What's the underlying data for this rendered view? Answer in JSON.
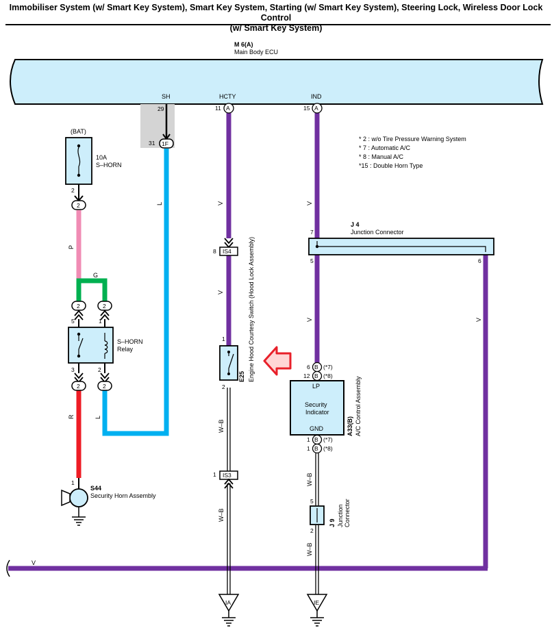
{
  "title": {
    "line1": "Immobiliser System (w/ Smart Key System), Smart Key System, Starting (w/ Smart Key System), Steering Lock, Wireless Door Lock Control",
    "line2": "(w/ Smart Key System)"
  },
  "ecu": {
    "code": "M 6(A)",
    "name": "Main Body ECU",
    "pins": {
      "sh": "SH",
      "hcty": "HCTY",
      "ind": "IND"
    },
    "pin_nums": {
      "p29": "29",
      "p31": "31",
      "p11": "11",
      "p15": "15"
    },
    "conn_1f": "1F",
    "conn_a": "A"
  },
  "notes": [
    "* 2 : w/o Tire Pressure Warning System",
    "* 7 : Automatic A/C",
    "* 8 : Manual A/C",
    "*15 : Double Horn Type"
  ],
  "fuse": {
    "bat": "(BAT)",
    "rating": "10A",
    "name": "S–HORN",
    "pin": "2"
  },
  "relay": {
    "name": "S–HORN",
    "sub": "Relay",
    "p5": "5",
    "p1": "1",
    "p3": "3",
    "p2": "2"
  },
  "circle2": "2",
  "wire_colors": {
    "p": "P",
    "g": "G",
    "l": "L",
    "r": "R",
    "v": "V",
    "wb": "W–B"
  },
  "horn": {
    "code": "S44",
    "name": "Security Horn Assembly",
    "pin": "1"
  },
  "is4": {
    "label": "IS4",
    "pin": "8"
  },
  "is3": {
    "label": "IS3",
    "pin": "1"
  },
  "switch": {
    "code": "E25",
    "name": "Engine Hood Courtesy Switch (Hood Lock Assembly)",
    "p1": "1",
    "p2": "2"
  },
  "j4": {
    "code": "J 4",
    "name": "Junction Connector",
    "p7": "7",
    "p5": "5",
    "p6": "6"
  },
  "a33": {
    "code": "A33(B)",
    "name": "A/C Control Assembly",
    "lp": "LP",
    "gnd": "GND",
    "ind1": "Security",
    "ind2": "Indicator",
    "conn_b": "B",
    "p6": "6",
    "p12": "12",
    "p1": "1",
    "t7": "(*7)",
    "t8": "(*8)"
  },
  "j9": {
    "code": "J 9",
    "name1": "Junction",
    "name2": "Connector",
    "p5": "5",
    "p2": "2"
  },
  "grounds": {
    "ia": "IA",
    "ie": "IE"
  },
  "colors": {
    "ecu_fill": "#cdeefb",
    "violet": "#7030a0",
    "blue": "#00b0f0",
    "pink": "#f08cb4",
    "green": "#00b050",
    "red": "#ee1c25",
    "arrow": "#e8202a",
    "shade": "#d4d4d4"
  }
}
